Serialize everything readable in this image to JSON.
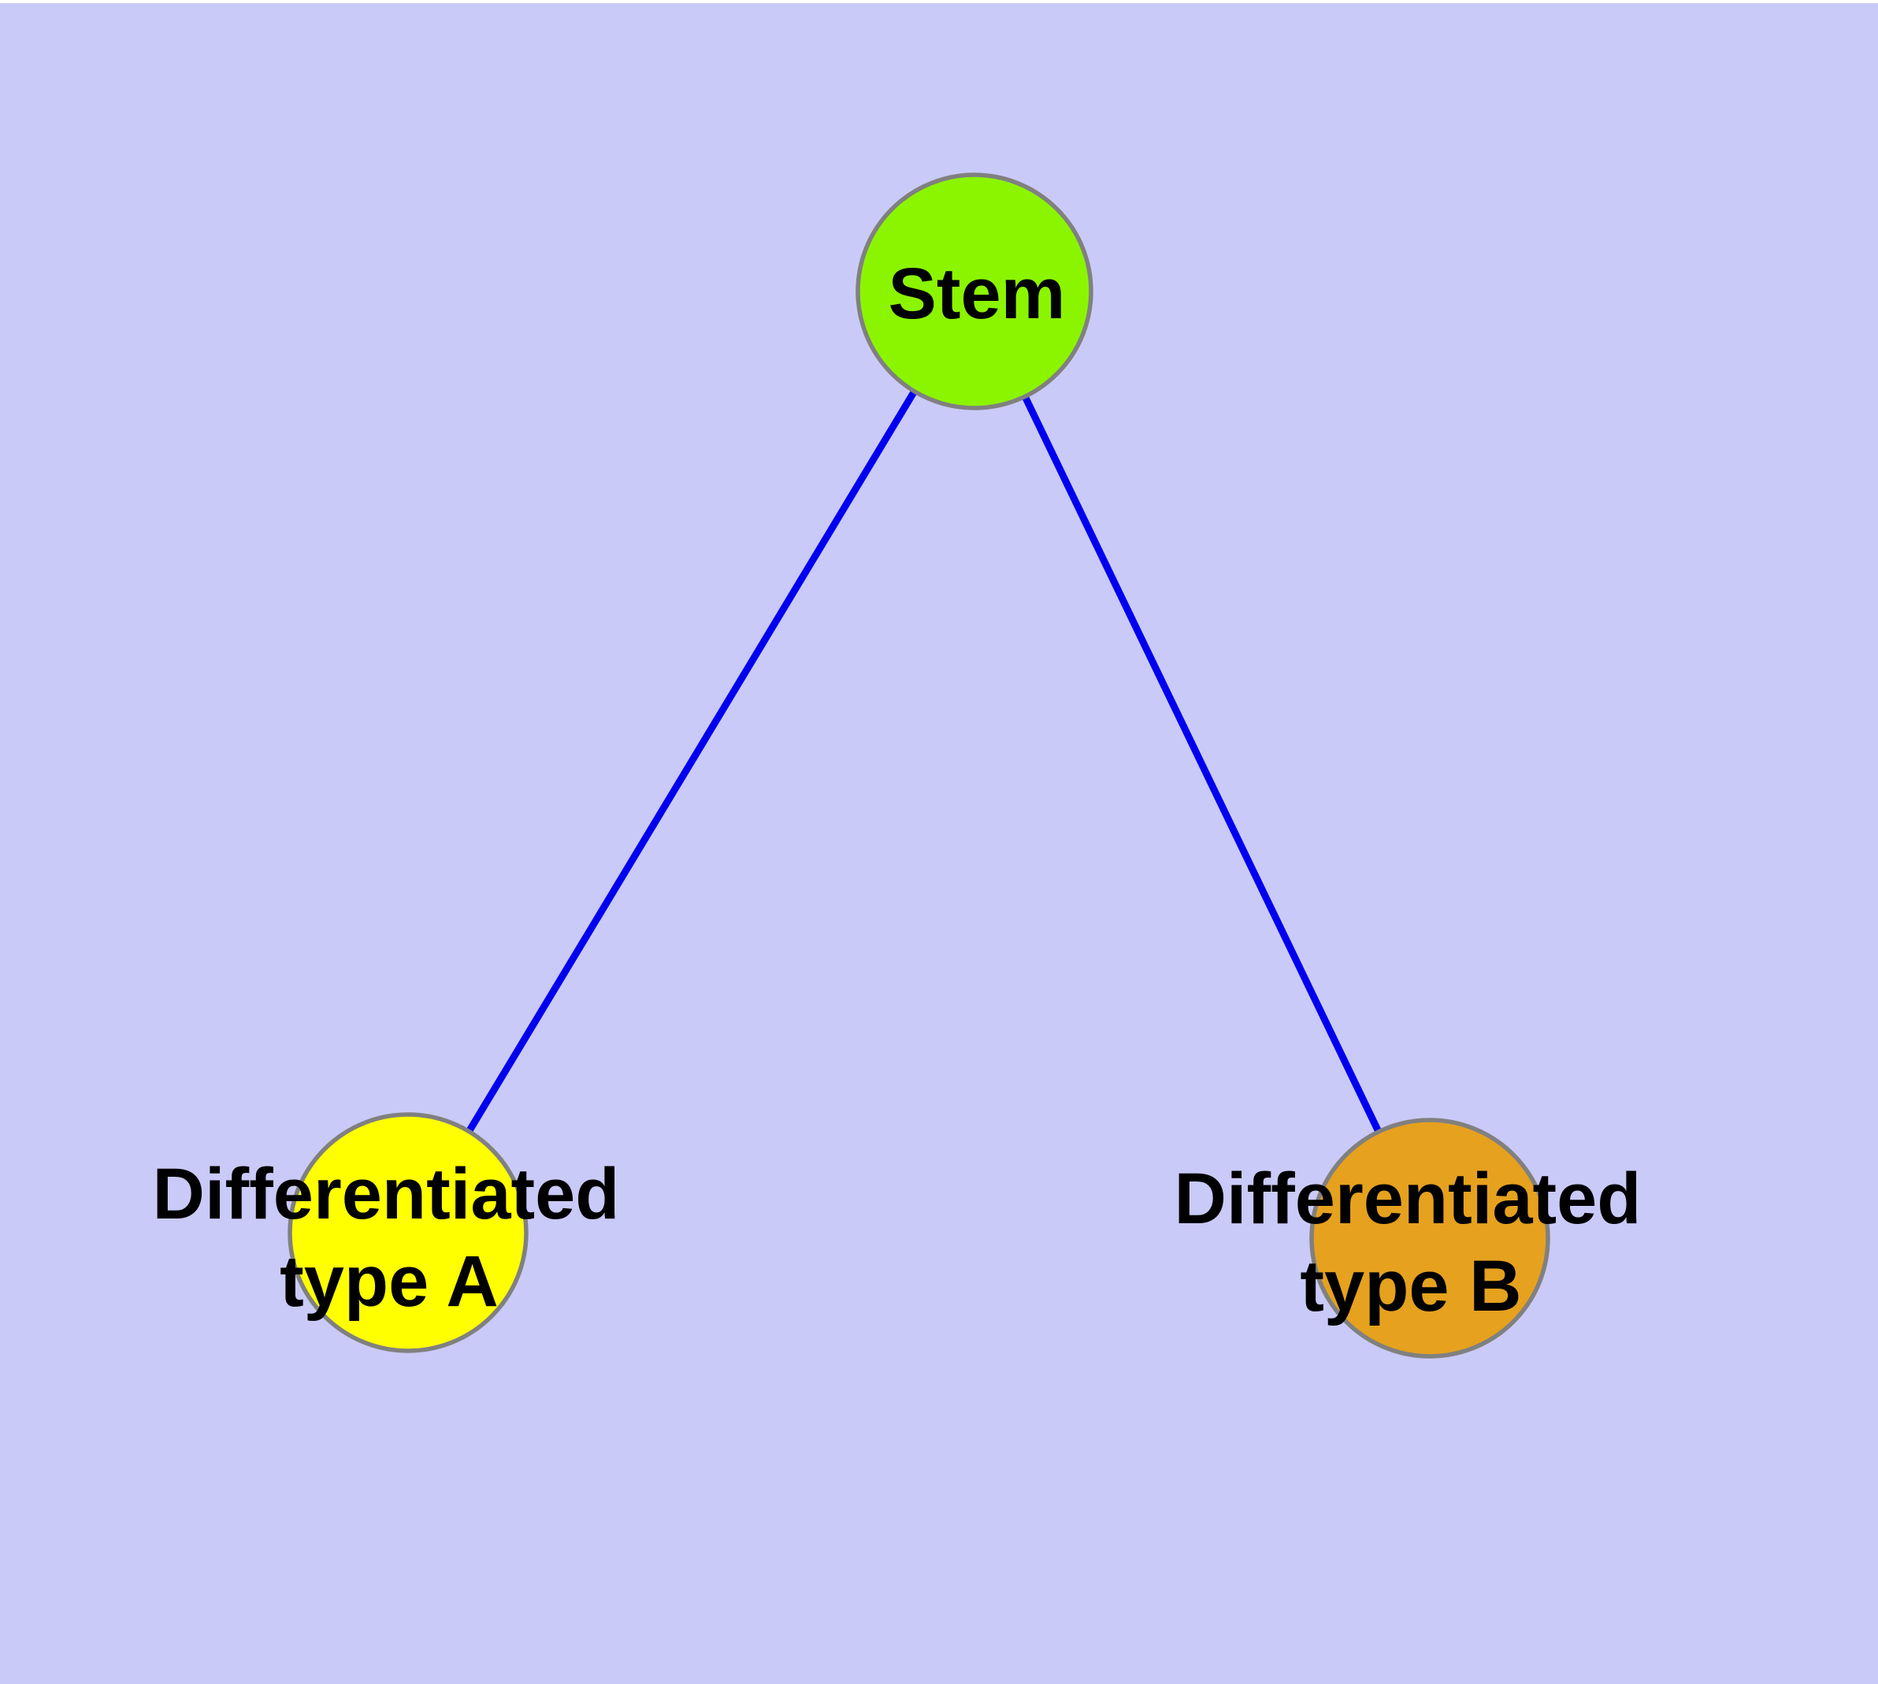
{
  "diagram": {
    "type": "node-link-graph",
    "background_color": "#CACAF8",
    "top_margin_color": "#FFFFFF",
    "node_border_color": "#808080",
    "edge_color": "#0000EE",
    "label_color": "#000000",
    "nodes": [
      {
        "id": "stem",
        "label": "Stem",
        "lines": [
          "Stem"
        ],
        "fill": "#8BF500"
      },
      {
        "id": "differentiated-type-a",
        "label": "Differentiated type A",
        "lines": [
          "Differentiated",
          "type A"
        ],
        "fill": "#FFFF00"
      },
      {
        "id": "differentiated-type-b",
        "label": "Differentiated type B",
        "lines": [
          "Differentiated",
          "type B"
        ],
        "fill": "#E6A11E"
      }
    ],
    "edges": [
      {
        "from": "stem",
        "to": "differentiated-type-a"
      },
      {
        "from": "stem",
        "to": "differentiated-type-b"
      }
    ]
  }
}
